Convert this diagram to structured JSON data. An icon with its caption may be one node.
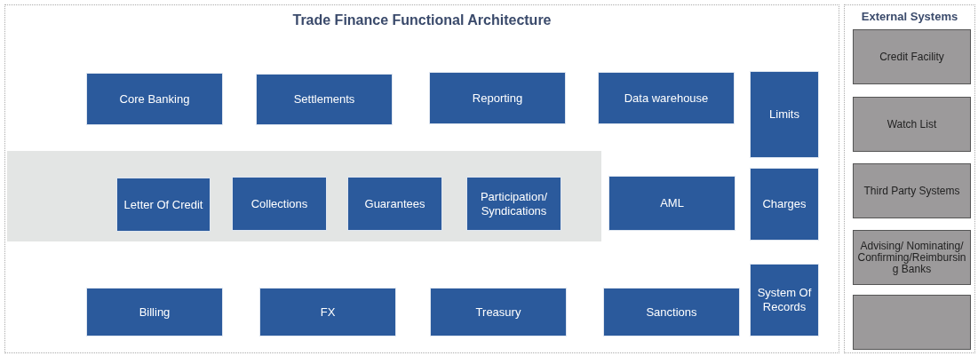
{
  "diagram": {
    "nodes": [
      {
        "text": [
          "Trade Finance Functional Architecture"
        ]
      },
      {
        "text": [
          "Core Banking"
        ],
        "in": 0
      },
      {
        "text": [
          "Settlements"
        ],
        "in": 0
      },
      {
        "text": [
          "Reporting"
        ],
        "in": 0
      },
      {
        "text": [
          "Data warehouse"
        ],
        "in": 0
      },
      {
        "text": [
          "Limits"
        ],
        "in": 0
      },
      {
        "text": [],
        "shape": "band",
        "in": 0
      },
      {
        "text": [
          "Letter Of Credit"
        ],
        "in": 6
      },
      {
        "text": [
          "Collections"
        ],
        "in": 6
      },
      {
        "text": [
          "Guarantees"
        ],
        "in": 6
      },
      {
        "text": [
          "Participation/ Syndications"
        ],
        "in": 6
      },
      {
        "text": [
          "AML"
        ],
        "in": 0
      },
      {
        "text": [
          "Charges"
        ],
        "in": 0
      },
      {
        "text": [
          "Billing"
        ],
        "in": 0
      },
      {
        "text": [
          "FX"
        ],
        "in": 0
      },
      {
        "text": [
          "Treasury"
        ],
        "in": 0
      },
      {
        "text": [
          "Sanctions"
        ],
        "in": 0
      },
      {
        "text": [
          "System Of Records"
        ],
        "in": 0
      },
      {
        "text": [
          "External Systems"
        ]
      },
      {
        "text": [
          "Credit Facility"
        ],
        "in": 18
      },
      {
        "text": [
          "Watch List"
        ],
        "in": 18
      },
      {
        "text": [
          "Third Party Systems"
        ],
        "in": 18
      },
      {
        "text": [
          "Advising/ Nominating/Confirming/Reimbursing Banks"
        ],
        "in": 18
      },
      {
        "text": [],
        "shape": "box",
        "in": 18
      }
    ],
    "edges": []
  }
}
